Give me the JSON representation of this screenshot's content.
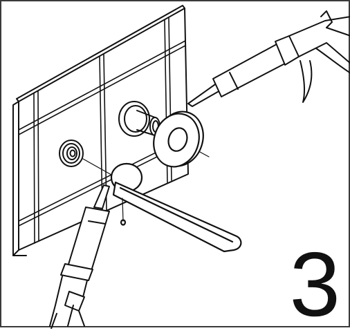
{
  "diagram": {
    "step_number": "3",
    "icons": [
      "wall-tile-panel",
      "wall-outlet",
      "valve-body",
      "escutcheon-ring",
      "spout",
      "sealant-gun"
    ]
  }
}
